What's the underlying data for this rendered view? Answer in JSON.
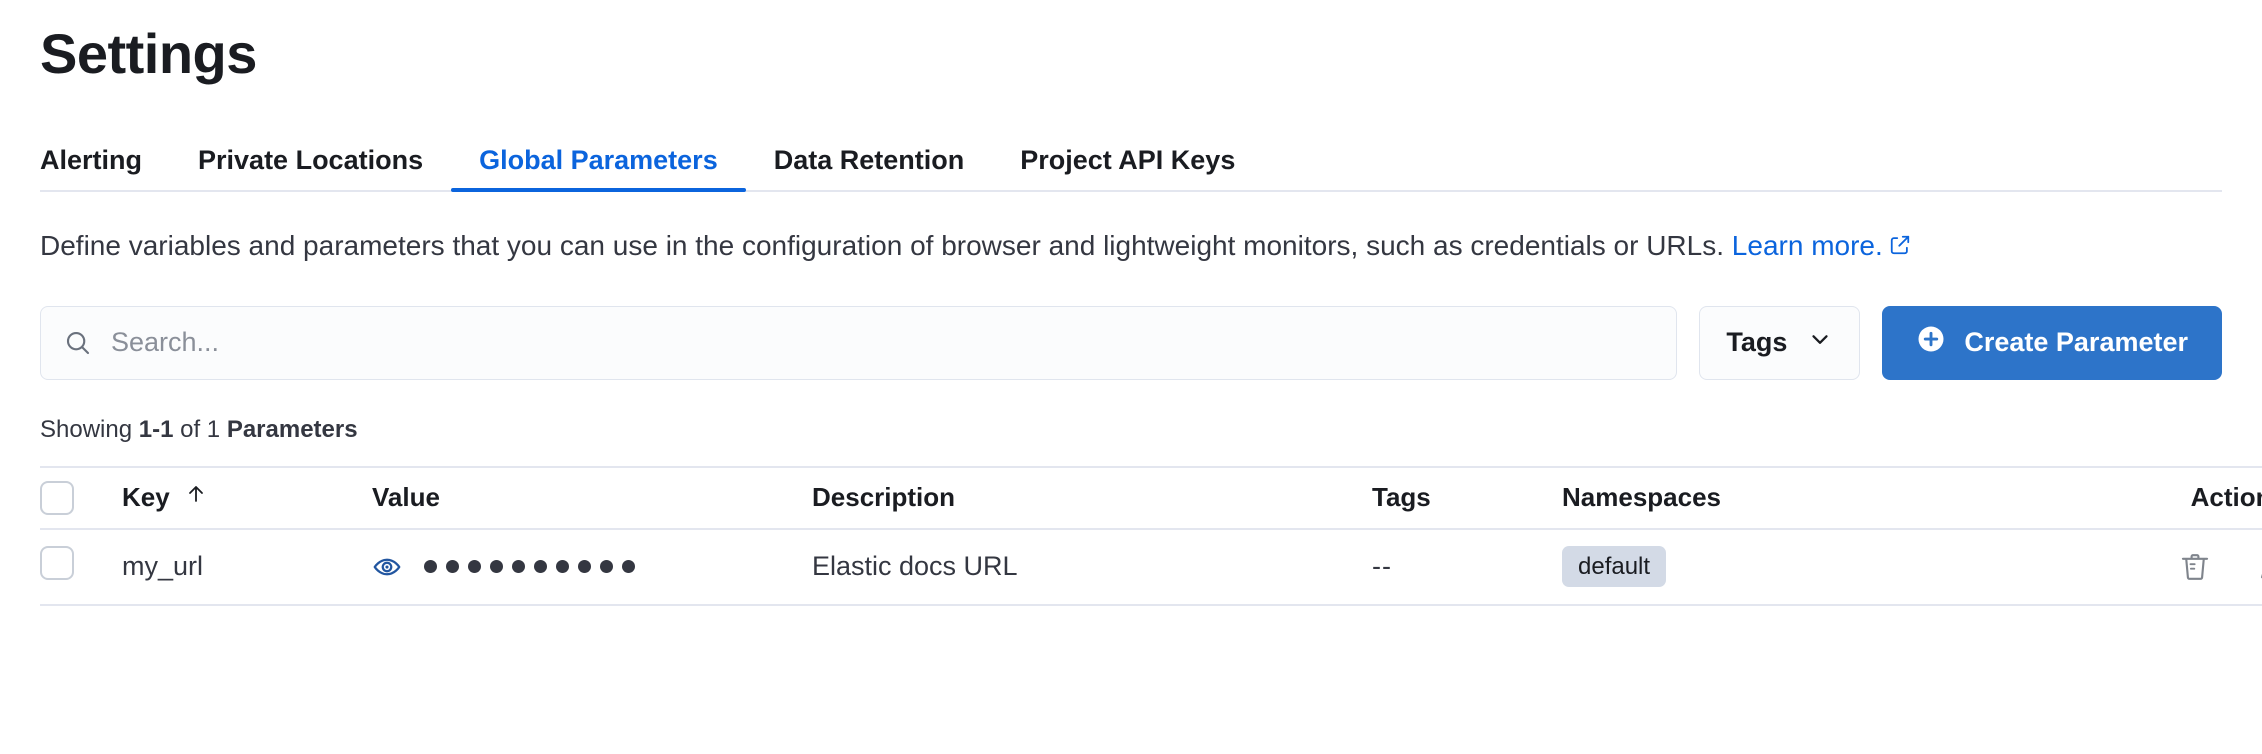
{
  "header": {
    "title": "Settings"
  },
  "tabs": [
    {
      "label": "Alerting",
      "active": false
    },
    {
      "label": "Private Locations",
      "active": false
    },
    {
      "label": "Global Parameters",
      "active": true
    },
    {
      "label": "Data Retention",
      "active": false
    },
    {
      "label": "Project API Keys",
      "active": false
    }
  ],
  "description": {
    "text": "Define variables and parameters that you can use in the configuration of browser and lightweight monitors, such as credentials or URLs.",
    "link_label": "Learn more.",
    "link_icon": "external-link-icon"
  },
  "controls": {
    "search": {
      "placeholder": "Search...",
      "value": "",
      "icon": "search-icon"
    },
    "tags_filter": {
      "label": "Tags",
      "icon": "chevron-down-icon"
    },
    "create_button": {
      "label": "Create Parameter",
      "icon": "plus-circle-icon"
    }
  },
  "results": {
    "showing_prefix": "Showing ",
    "range": "1-1",
    "of": " of ",
    "total": "1",
    "entity": "Parameters"
  },
  "table": {
    "columns": [
      {
        "key": "select",
        "label": "",
        "sort": ""
      },
      {
        "key": "key",
        "label": "Key",
        "sort": "ascending"
      },
      {
        "key": "value",
        "label": "Value",
        "sort": ""
      },
      {
        "key": "description",
        "label": "Description",
        "sort": ""
      },
      {
        "key": "tags",
        "label": "Tags",
        "sort": ""
      },
      {
        "key": "namespaces",
        "label": "Namespaces",
        "sort": ""
      },
      {
        "key": "actions",
        "label": "Actions",
        "sort": ""
      }
    ],
    "sort_icon": "arrow-up-icon",
    "rows": [
      {
        "selected": false,
        "key": "my_url",
        "value_masked": "••••••••••",
        "value_dot_count": 10,
        "value_toggle_icon": "eye-icon",
        "description": "Elastic docs URL",
        "tags": "--",
        "namespaces": "default",
        "actions": [
          {
            "name": "delete-icon"
          },
          {
            "name": "edit-icon"
          }
        ]
      }
    ]
  },
  "colors": {
    "accent_blue": "#0b64dd",
    "button_blue": "#2d74c9",
    "text_primary": "#1a1c21",
    "text_secondary": "#343741",
    "badge_bg": "#d3dae6",
    "border": "#e3e6ef"
  }
}
